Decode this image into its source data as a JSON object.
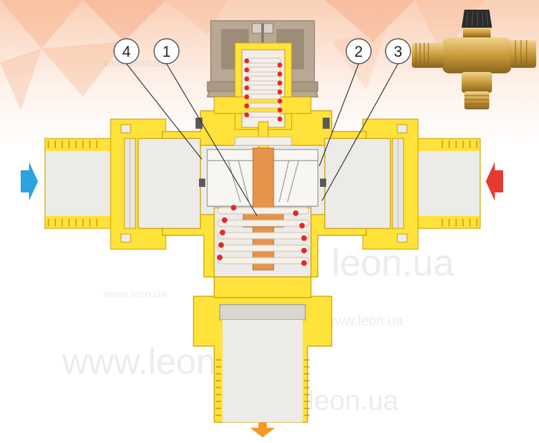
{
  "watermarks": [
    "www.leon.ua",
    "www.leon.ua",
    "leon.ua",
    "www.leon.ua",
    "www.leon.ua",
    "www.leon.ua"
  ],
  "callouts": [
    "4",
    "1",
    "2",
    "3"
  ],
  "colors": {
    "brass": "#ffe23a",
    "brass_edge": "#e2b400",
    "brass_dark": "#c99a00",
    "pipe_bore": "#ecebe7",
    "knob": "#b8a895",
    "spring": "#f4eee8",
    "spring_dot": "#e8262a",
    "piston": "#e5944a",
    "cold_arrow": "#2aa3e0",
    "hot_arrow": "#e63a2e",
    "outlet_arrow": "#f29a26",
    "bg_orange": "#f5a87a"
  },
  "icons": [
    "cold-inlet-arrow-icon",
    "hot-inlet-arrow-icon",
    "mixed-outlet-arrow-icon"
  ]
}
